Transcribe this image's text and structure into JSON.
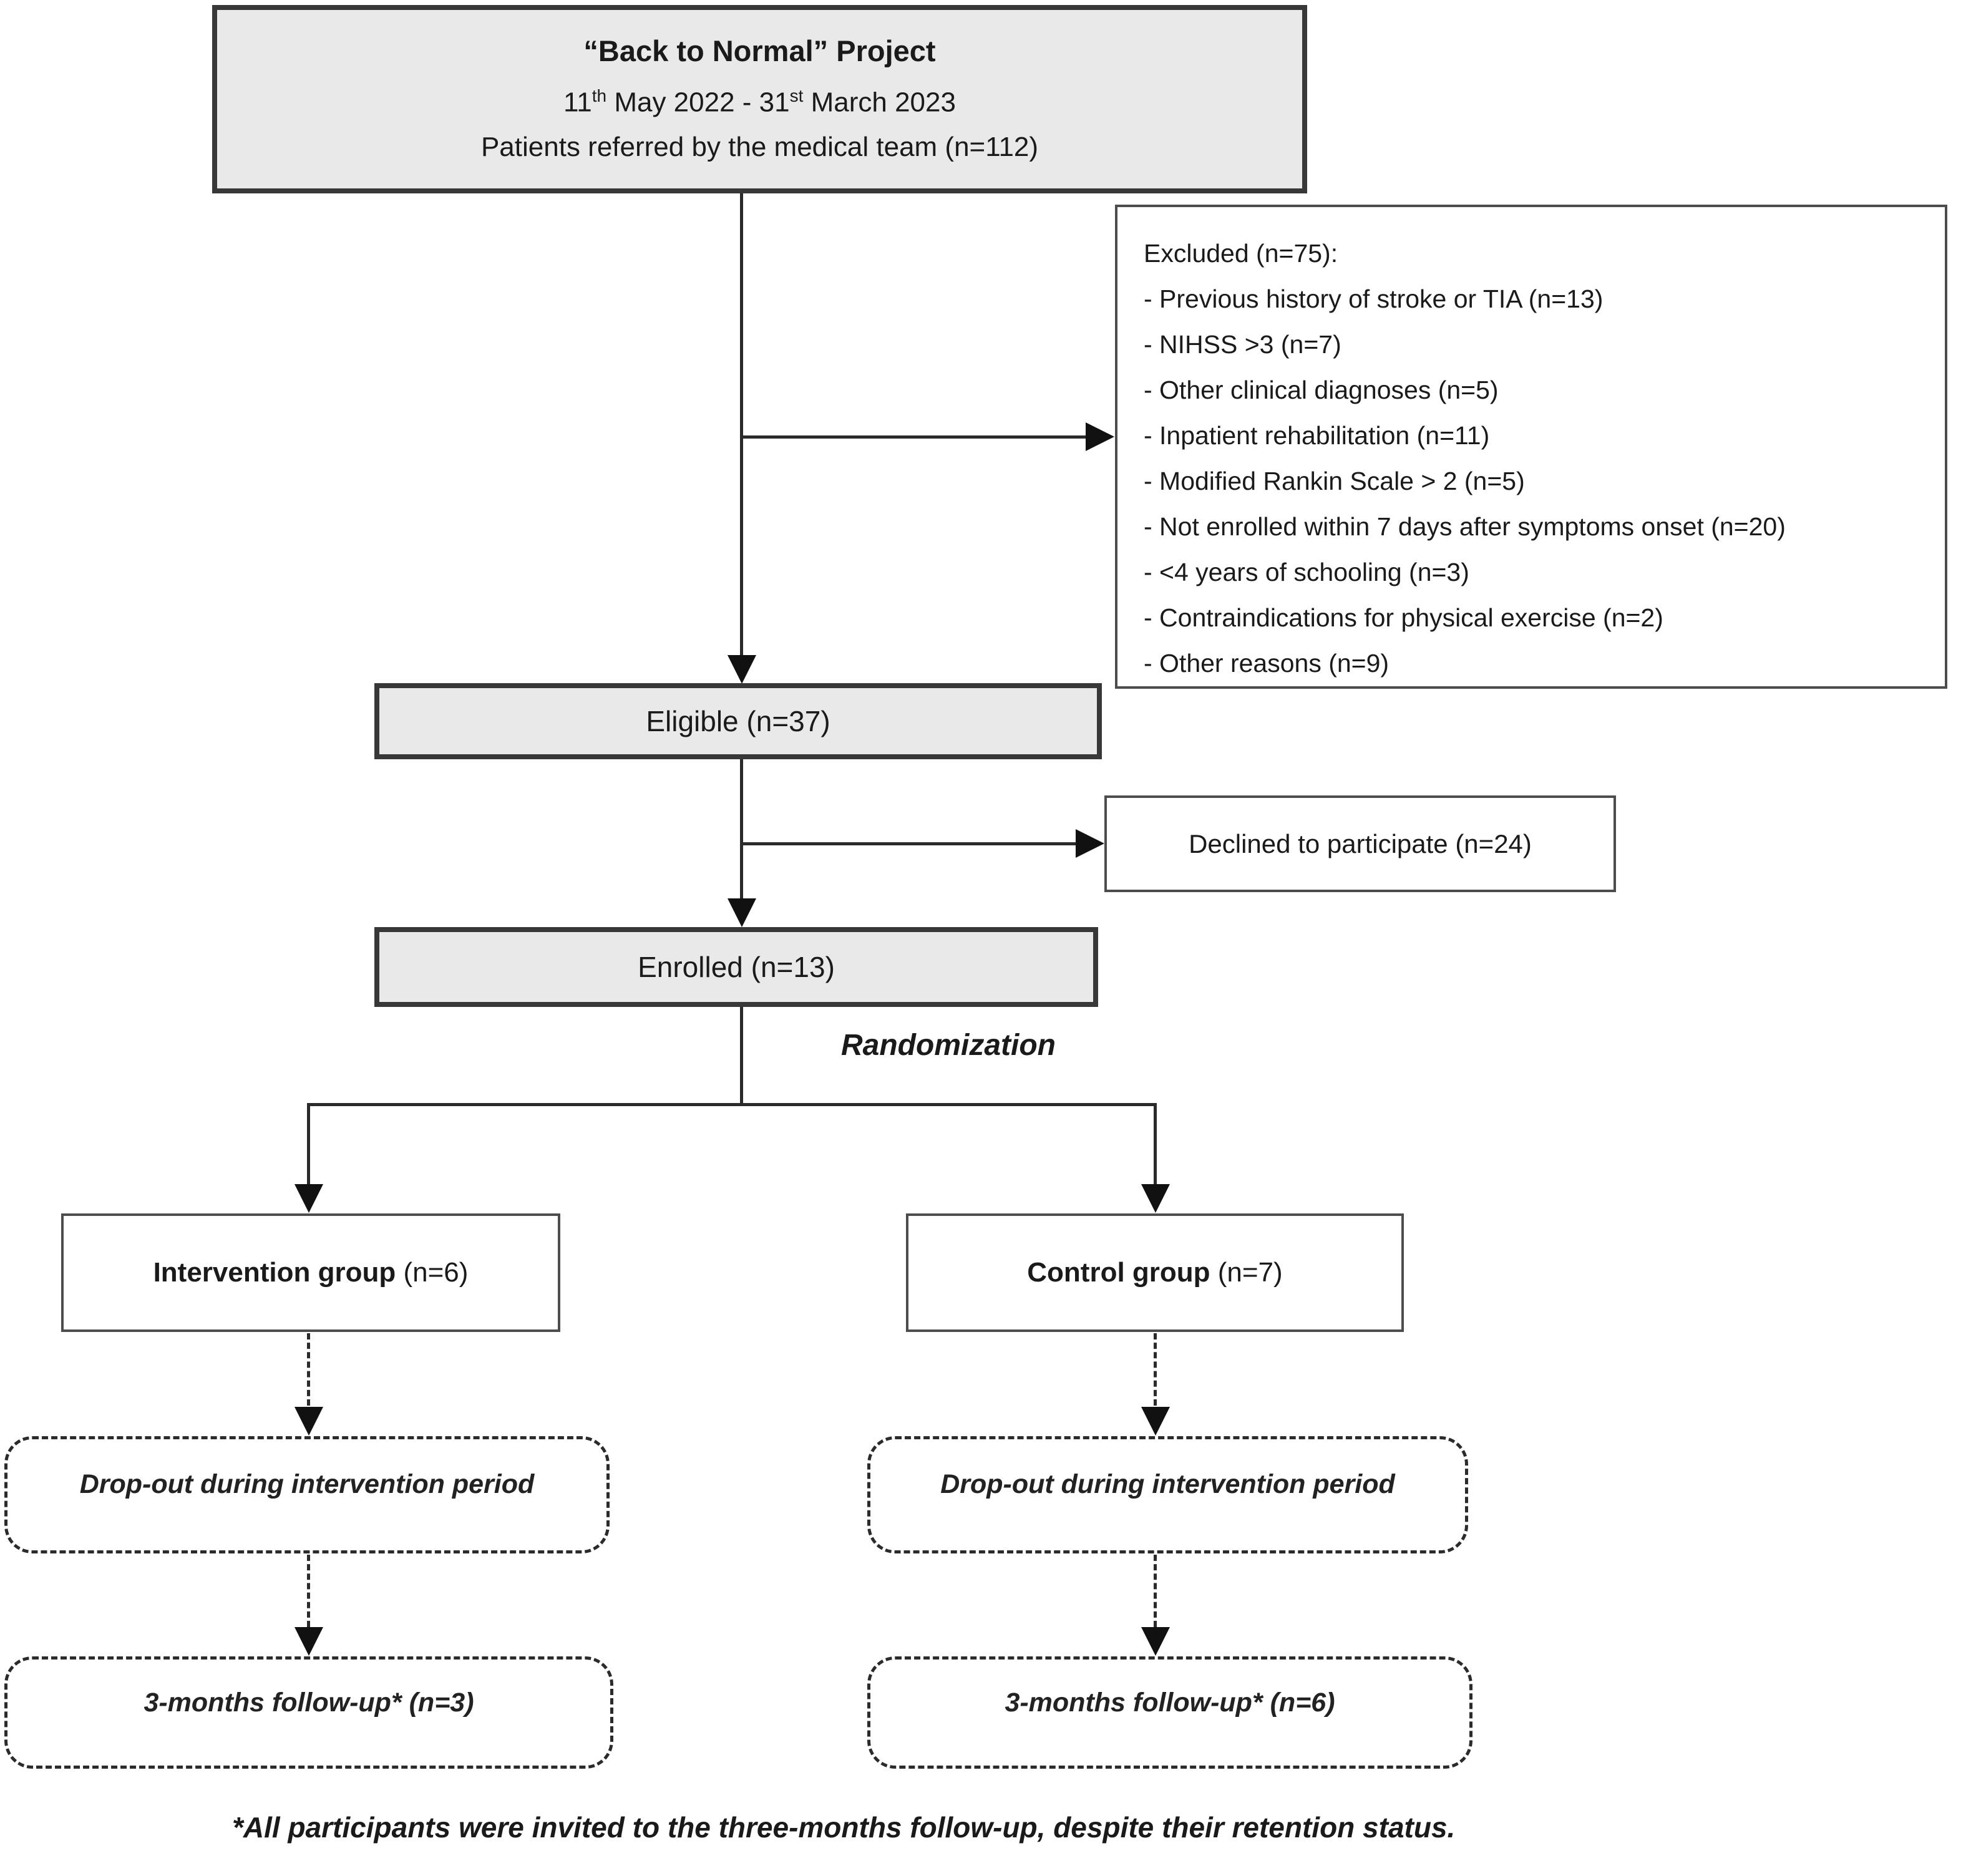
{
  "title_box": {
    "line1": "“Back to Normal” Project",
    "date": {
      "d1": "11",
      "sup1": "th",
      "mid": " May 2022 - 31",
      "sup2": "st",
      "end": " March 2023"
    },
    "line3": "Patients referred by the medical team (n=112)"
  },
  "excluded": {
    "title": "Excluded (n=75):",
    "items": [
      "- Previous history of stroke or TIA (n=13)",
      "- NIHSS >3 (n=7)",
      "- Other clinical diagnoses (n=5)",
      "- Inpatient rehabilitation (n=11)",
      "- Modified Rankin Scale > 2 (n=5)",
      "- Not enrolled within 7 days after symptoms onset (n=20)",
      "- <4 years of schooling (n=3)",
      "- Contraindications for physical exercise (n=2)",
      "- Other reasons (n=9)"
    ]
  },
  "eligible": {
    "label": "Eligible (n=37)"
  },
  "declined": {
    "label": "Declined to participate (n=24)"
  },
  "enrolled": {
    "label": "Enrolled (n=13)"
  },
  "randomization_label": "Randomization",
  "intervention": {
    "bold": "Intervention group",
    "rest": " (n=6)"
  },
  "control": {
    "bold": "Control group",
    "rest": " (n=7)"
  },
  "dropout_left": {
    "label": "Drop-out during intervention period"
  },
  "dropout_right": {
    "label": "Drop-out during intervention period"
  },
  "followup_left": {
    "label": "3-months follow-up* (n=3)"
  },
  "followup_right": {
    "label": "3-months follow-up* (n=6)"
  },
  "footnote": "*All participants were invited to the three-months follow-up, despite their retention status.",
  "colors": {
    "box_fill_gray": "#e9e9e9",
    "border_dark": "#383838",
    "text": "#1a1a1a"
  }
}
